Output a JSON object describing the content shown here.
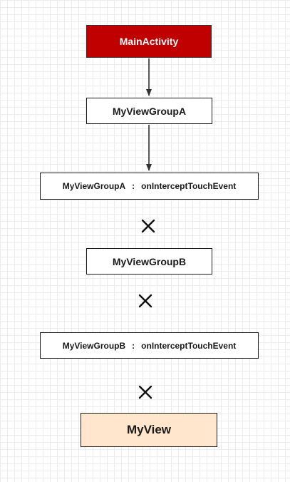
{
  "diagram": {
    "nodes": {
      "main_activity": {
        "label": "MainActivity",
        "fill": "#c00000"
      },
      "group_a": {
        "label": "MyViewGroupA"
      },
      "group_a_intercept": {
        "owner": "MyViewGroupA",
        "separator": ":",
        "method": "onInterceptTouchEvent"
      },
      "group_b": {
        "label": "MyViewGroupB"
      },
      "group_b_intercept": {
        "owner": "MyViewGroupB",
        "separator": ":",
        "method": "onInterceptTouchEvent"
      },
      "my_view": {
        "label": "MyView",
        "fill": "#ffe6cc"
      }
    },
    "edges": [
      {
        "from": "main_activity",
        "to": "group_a",
        "kind": "arrow"
      },
      {
        "from": "group_a",
        "to": "group_a_intercept",
        "kind": "arrow"
      },
      {
        "from": "group_a_intercept",
        "to": "group_b",
        "kind": "blocked"
      },
      {
        "from": "group_b",
        "to": "group_b_intercept",
        "kind": "blocked"
      },
      {
        "from": "group_b_intercept",
        "to": "my_view",
        "kind": "blocked"
      }
    ],
    "colors": {
      "line": "#333333",
      "grid": "#ececec"
    }
  }
}
